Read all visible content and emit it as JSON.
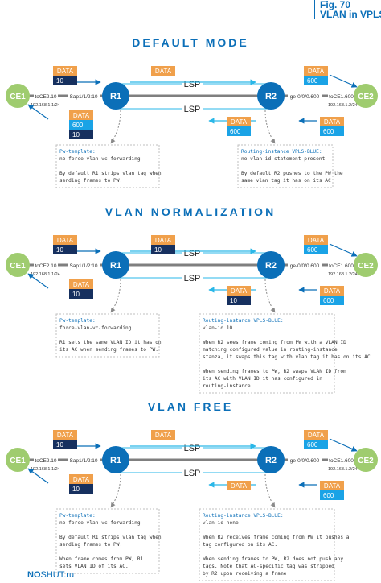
{
  "figure": {
    "fig_label": "Fig. 70",
    "fig_title": "VLAN in VPLS"
  },
  "footer": {
    "brand_a": "NO",
    "brand_b": "SHUT.ru"
  },
  "colors": {
    "blue": "#0b6fb8",
    "lightblue": "#1aa3e6",
    "orange": "#f0a04b",
    "darknavy": "#16305f",
    "green": "#9fcc6f",
    "gray": "#7f7f7f",
    "lightgray": "#e5e5e5",
    "cyan": "#2ab7e8"
  },
  "sections": [
    {
      "title": "DEFAULT MODE",
      "lsp_label": "LSP",
      "ce1": "CE1",
      "r1": "R1",
      "r2": "R2",
      "ce2": "CE2",
      "ce1_port": "toCE2.10",
      "r1_sap": "Sap1/1/2:10",
      "r2_sap": "ge-0/0/0.600",
      "ce2_port": "toCE1.600",
      "ce1_ip": "192.168.1.1/24",
      "ce2_ip": "192.168.1.2/24",
      "frames": {
        "ce1_top": [
          "DATA",
          "10"
        ],
        "r1_top": [
          "DATA"
        ],
        "ce2_top": [
          "DATA",
          "600"
        ],
        "r1_bottom": [
          "DATA",
          "600",
          "10"
        ],
        "r2_bottom": [
          "DATA",
          "600"
        ],
        "ce2_bottom": [
          "DATA",
          "600"
        ]
      },
      "left_box": {
        "lines": [
          "Pw-template:",
          "  no force-vlan-vc-forwarding",
          "",
          "By default R1 strips vlan tag when",
          "sending frames to PW."
        ]
      },
      "right_box": {
        "lines": [
          "Routing-instance VPLS-BLUE:",
          "  no vlan-id statement present",
          "",
          "By default R2 pushes to the PW the",
          "same vlan tag it has on its AC"
        ]
      }
    },
    {
      "title": "VLAN NORMALIZATION",
      "lsp_label": "LSP",
      "ce1": "CE1",
      "r1": "R1",
      "r2": "R2",
      "ce2": "CE2",
      "ce1_port": "toCE2.10",
      "r1_sap": "Sap1/1/2:10",
      "r2_sap": "ge-0/0/0.600",
      "ce2_port": "toCE1.600",
      "ce1_ip": "192.168.1.1/24",
      "ce2_ip": "192.168.1.2/24",
      "frames": {
        "ce1_top": [
          "DATA",
          "10"
        ],
        "r1_top": [
          "DATA",
          "10"
        ],
        "ce2_top": [
          "DATA",
          "600"
        ],
        "r1_bottom": [
          "DATA",
          "10"
        ],
        "r2_bottom": [
          "DATA",
          "10"
        ],
        "ce2_bottom": [
          "DATA",
          "600"
        ]
      },
      "left_box": {
        "lines": [
          "Pw-template:",
          "  force-vlan-vc-forwarding",
          "",
          "R1 sets the same VLAN ID it has on",
          "its AC when sending frames to PW."
        ]
      },
      "right_box": {
        "lines": [
          "Routing-instance VPLS-BLUE:",
          "  vlan-id 10",
          "",
          "When R2 sees frame coming from PW with a VLAN ID",
          "matching configured value in routing-instance",
          "stanza, it swaps this tag with vlan tag it has on its AC",
          "",
          "When sending frames to PW, R2 swaps VLAN ID from",
          "its AC with VLAN ID it has configured in",
          "routing-instance"
        ]
      }
    },
    {
      "title": "VLAN FREE",
      "lsp_label": "LSP",
      "ce1": "CE1",
      "r1": "R1",
      "r2": "R2",
      "ce2": "CE2",
      "ce1_port": "toCE2.10",
      "r1_sap": "Sap1/1/2:10",
      "r2_sap": "ge-0/0/0.600",
      "ce2_port": "toCE1.600",
      "ce1_ip": "192.168.1.1/24",
      "ce2_ip": "192.168.1.2/24",
      "frames": {
        "ce1_top": [
          "DATA",
          "10"
        ],
        "r1_top": [
          "DATA"
        ],
        "ce2_top": [
          "DATA",
          "600"
        ],
        "r1_bottom": [
          "DATA",
          "10"
        ],
        "r2_bottom": [
          "DATA"
        ],
        "ce2_bottom": [
          "DATA",
          "600"
        ]
      },
      "left_box": {
        "lines": [
          "Pw-template:",
          "  no force-vlan-vc-forwarding",
          "",
          "By default R1 strips vlan tag when",
          "sending frames to PW.",
          "",
          "When frame comes from PW, R1",
          "sets VLAN ID of its AC."
        ]
      },
      "right_box": {
        "lines": [
          "Routing-instance VPLS-BLUE:",
          "  vlan-id none",
          "",
          "When R2 receives frame coming from PW it pushes a",
          "tag configured on its AC.",
          "",
          "When sending frames to PW, R2 does not push any",
          "tags. Note that AC-specific tag was stripped",
          "by R2 upon receiving a frame"
        ]
      }
    }
  ]
}
